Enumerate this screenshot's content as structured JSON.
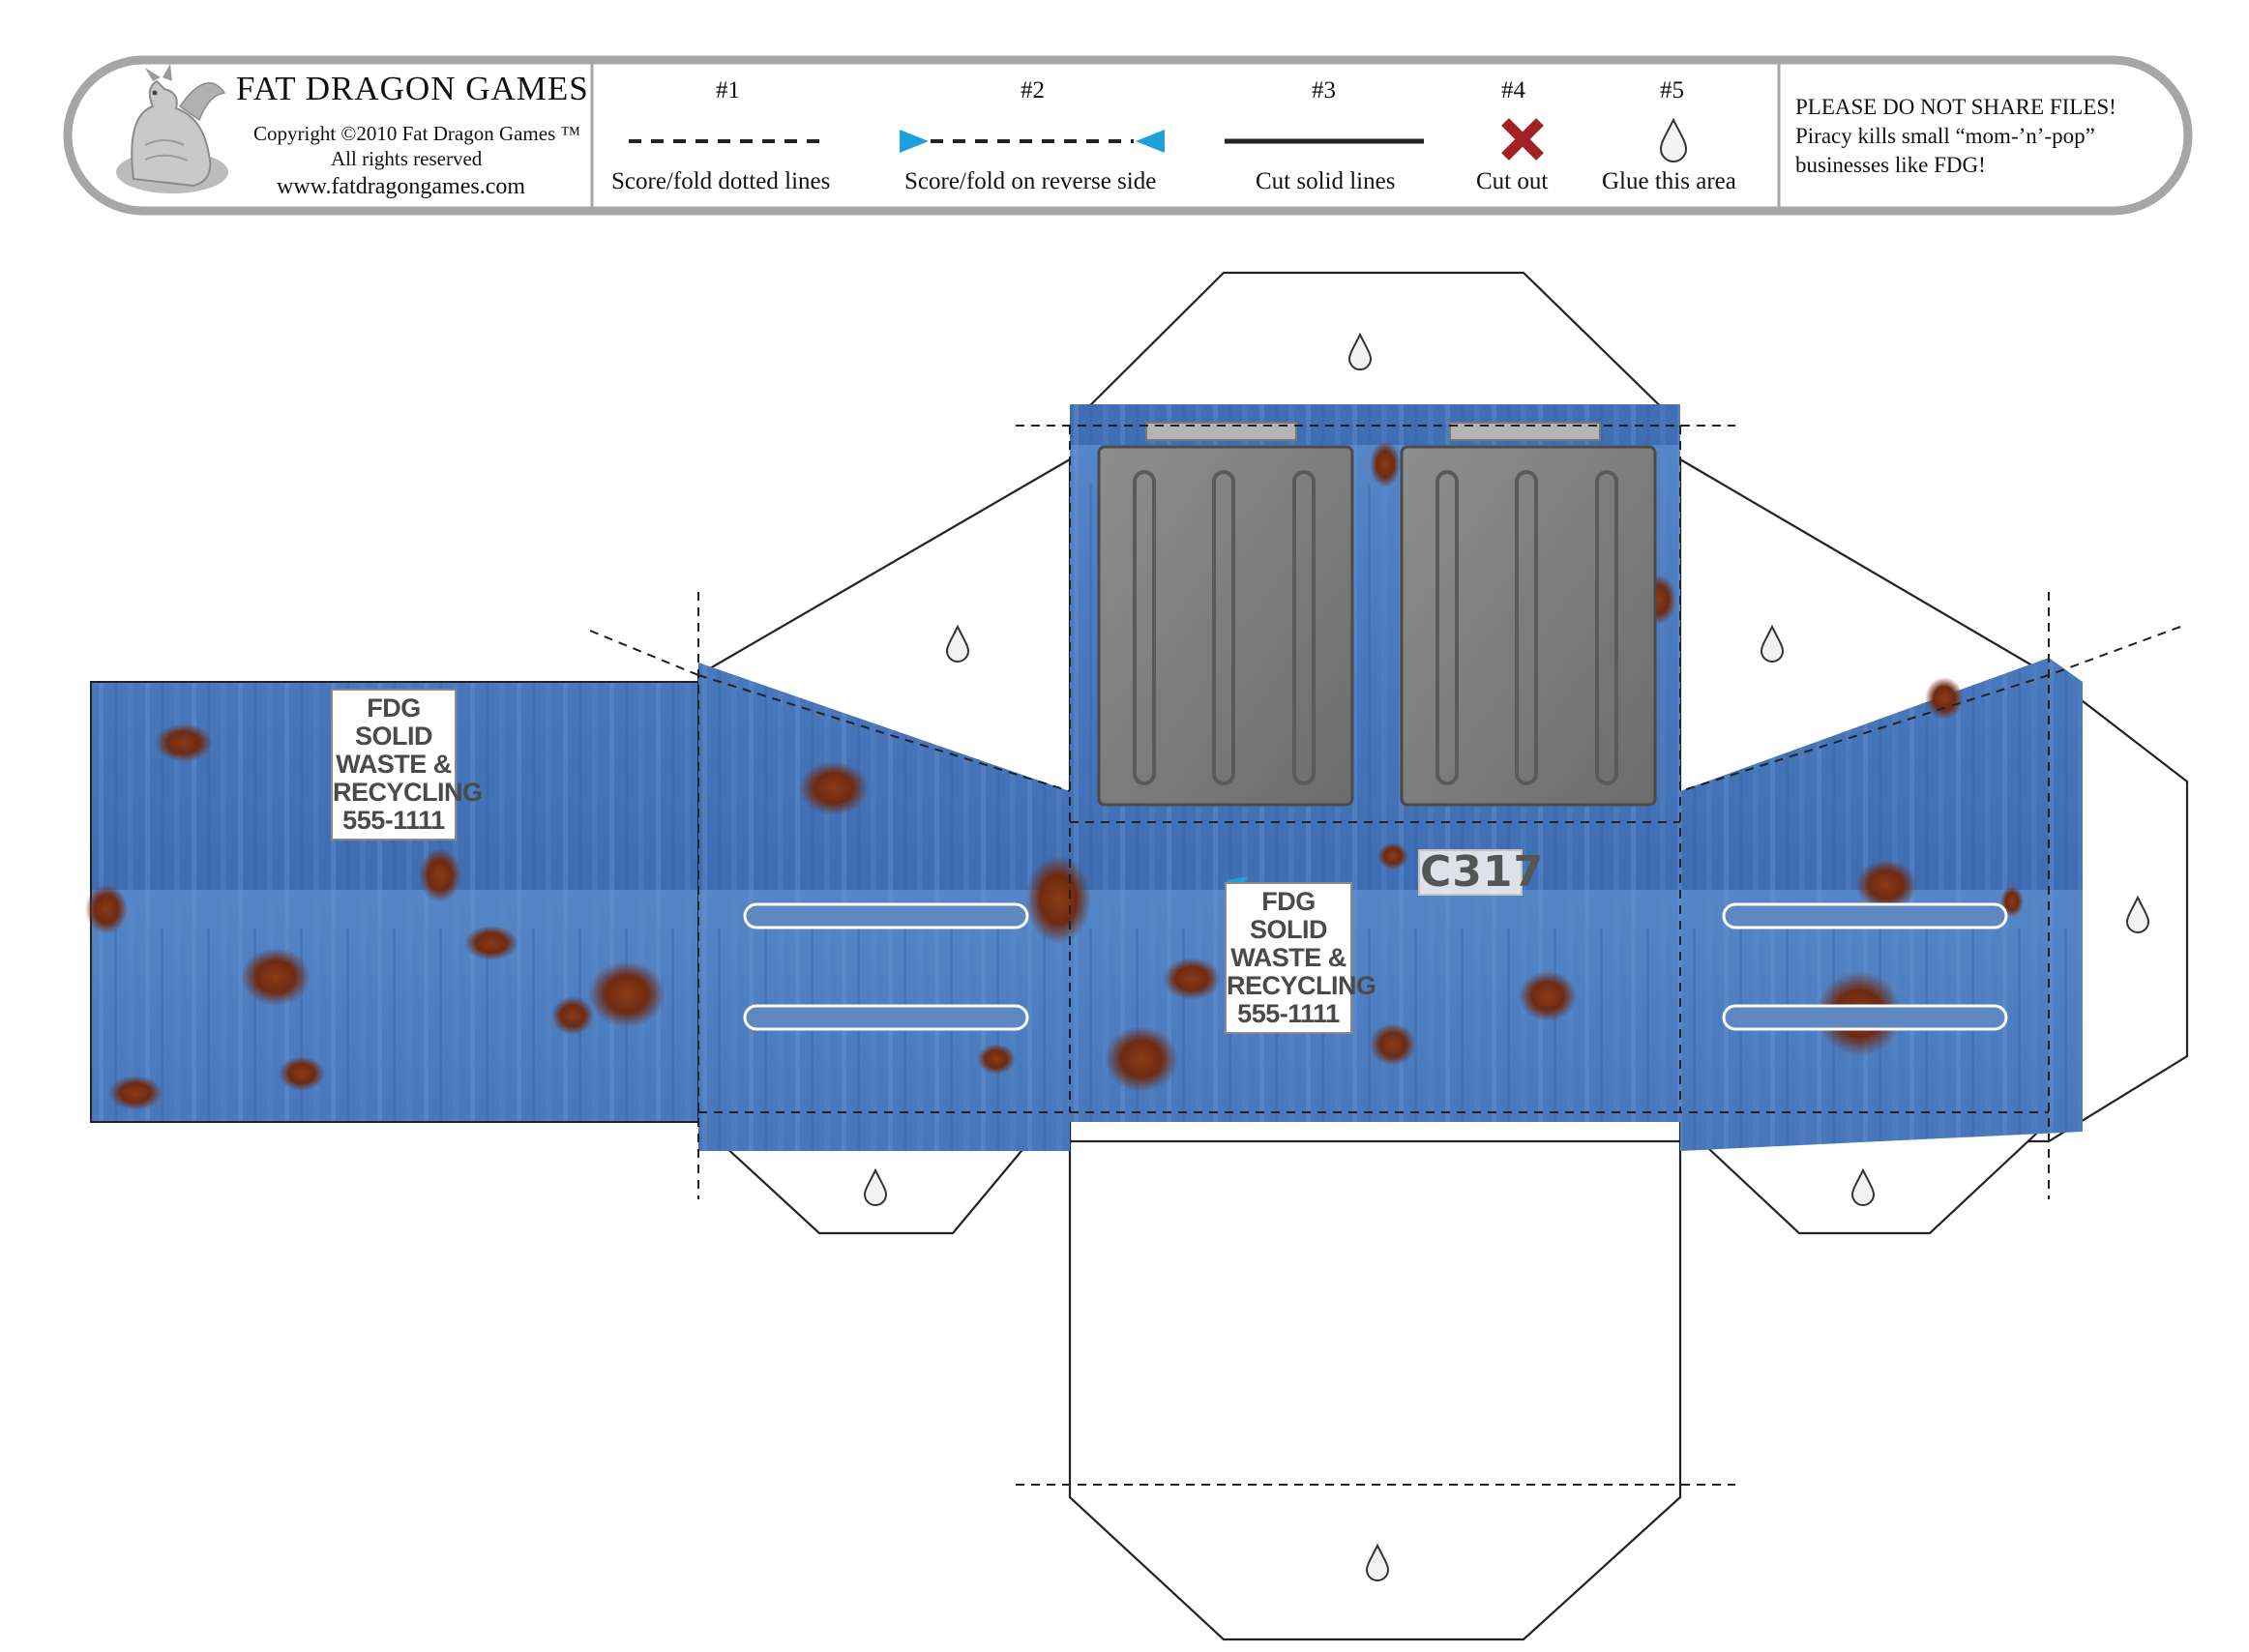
{
  "header": {
    "brand": {
      "name": "FAT DRAGON GAMES",
      "copyright": "Copyright ©2010 Fat Dragon Games ™",
      "rights": "All rights reserved",
      "website": "www.fatdragongames.com"
    },
    "legend": [
      {
        "number": "#1",
        "label": "Score/fold dotted lines",
        "icon": "dotted-line"
      },
      {
        "number": "#2",
        "label": "Score/fold on reverse side",
        "icon": "reverse-fold-line"
      },
      {
        "number": "#3",
        "label": "Cut solid lines",
        "icon": "solid-line"
      },
      {
        "number": "#4",
        "label": "Cut out",
        "icon": "x-mark"
      },
      {
        "number": "#5",
        "label": "Glue this area",
        "icon": "glue-drop"
      }
    ],
    "notice": {
      "line1": "PLEASE DO NOT SHARE FILES!",
      "line2": "Piracy kills small “mom-’n’-pop”",
      "line3": "businesses like FDG!"
    }
  },
  "model": {
    "side_sign": {
      "line1": "FDG SOLID",
      "line2": "WASTE &",
      "line3": "RECYCLING",
      "line4": "555-1111"
    },
    "front_sign": {
      "line1": "FDG SOLID",
      "line2": "WASTE &",
      "line3": "RECYCLING",
      "line4": "555-1111"
    },
    "container_id": "C317"
  },
  "colors": {
    "dumpster_blue": "#4a7bc0",
    "rust": "#6e2a12",
    "lid_gray": "#7f7f7f",
    "x_mark_red": "#a32025",
    "reverse_fold_arrow": "#1ea0dc",
    "header_border": "#a6a6a6"
  }
}
